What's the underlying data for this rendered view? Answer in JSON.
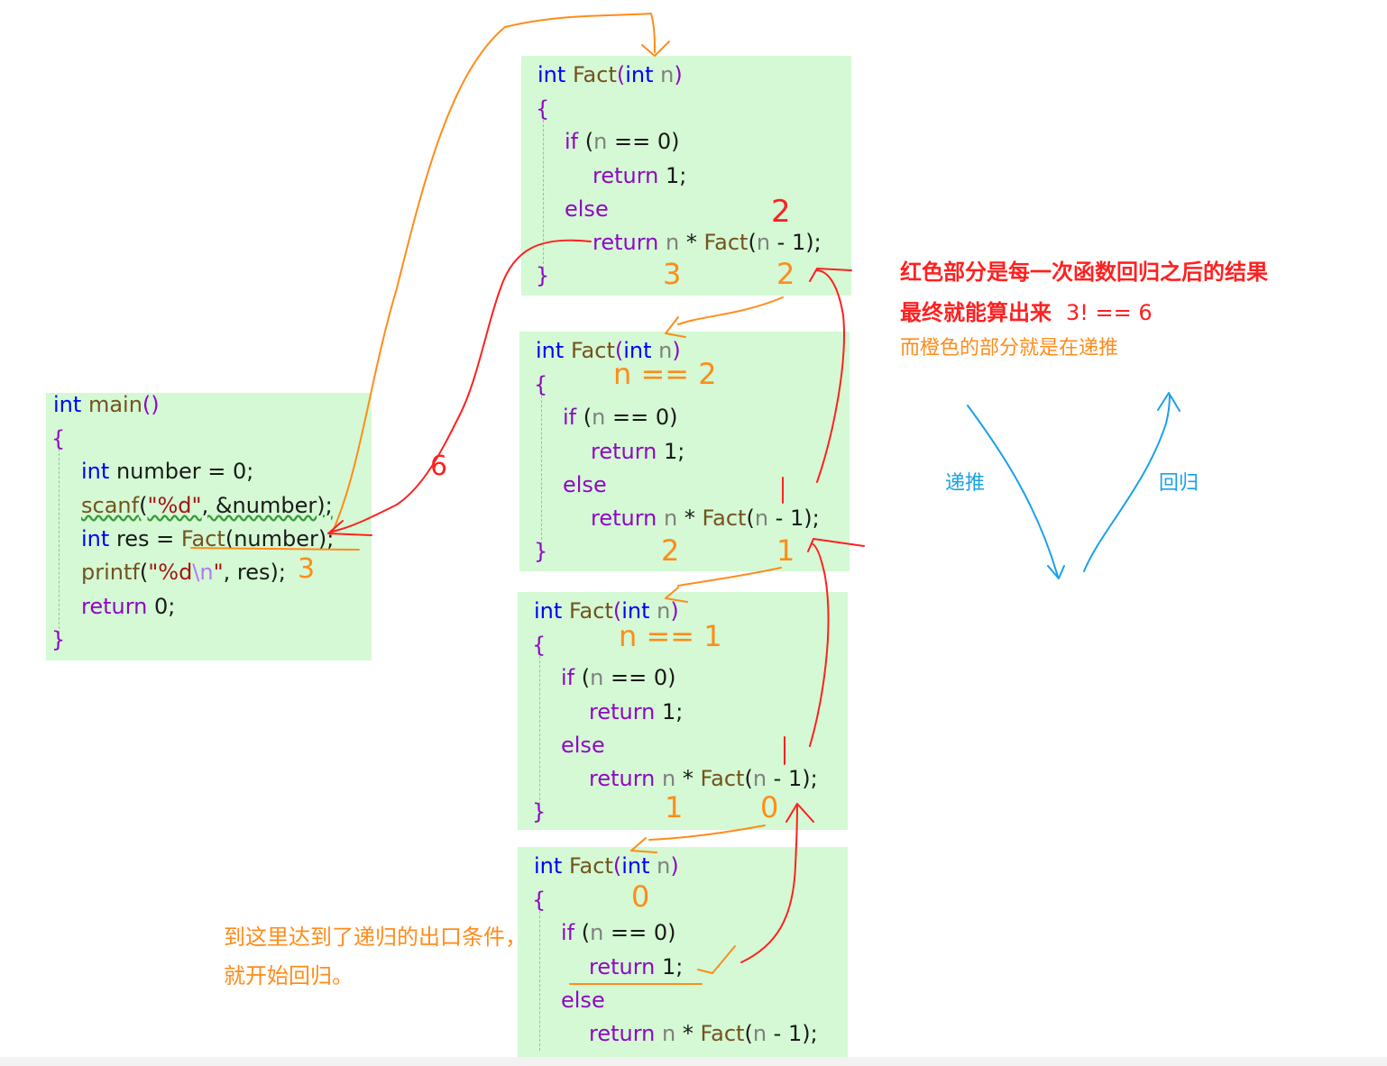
{
  "main_block": {
    "lines": [
      "int main()",
      "{",
      "int number = 0;",
      "scanf(\"%d\", &number);",
      "int res = Fact(number);",
      "printf(\"%d\\n\", res);",
      "return 0;",
      "}"
    ],
    "tokens": {
      "kw_int": "int",
      "fn_main": "main",
      "paren": "()",
      "open": "{",
      "close": "}",
      "decl_number": "number = ",
      "zero": "0",
      "semi": ";",
      "scanf": "scanf",
      "scanf_open": "(",
      "fmt": "\"%d\"",
      "scanf_arg": ", &number",
      "scanf_close": ");",
      "res": "res = ",
      "fact": "Fact",
      "fact_args": "(number);",
      "printf": "printf",
      "printf_open": "(",
      "fmt_q1": "\"%d",
      "fmt_esc": "\\n",
      "fmt_q2": "\"",
      "printf_rest": ", res);",
      "ret": "return",
      "ret_val": "0;"
    }
  },
  "fact_block": {
    "sig_int": "int",
    "sig_name": "Fact",
    "sig_open": "(",
    "sig_int2": "int",
    "sig_param": "n",
    "sig_close": ")",
    "open": "{",
    "close": "}",
    "if_kw": "if",
    "cond_open": " (",
    "cond_n": "n",
    "cond_rest": " == 0)",
    "ret_kw": "return",
    "ret_one": "1;",
    "else_kw": "else",
    "ret2_n": "n",
    "ret2_mul": " * ",
    "ret2_fact": "Fact",
    "ret2_open": "(",
    "ret2_n2": "n",
    "ret2_rest": " - 1);"
  },
  "annotations": {
    "main_result": "3",
    "returned_six": "6",
    "block1_result": "3",
    "block1_returned": "2",
    "block1_arg": "2",
    "block2_note": "n == 2",
    "block2_result": "2",
    "block2_returned": "1",
    "block3_note": "n == 1",
    "block3_result": "1",
    "block3_returned": "0",
    "block4_note": "0",
    "exit_line1": "到这里达到了递归的出口条件，",
    "exit_line2": "就开始回归。",
    "legend_red": "红色部分是每一次函数回归之后的结果",
    "legend_final_prefix": "最终就能算出来",
    "legend_final_value": "3! == 6",
    "legend_orange": "而橙色的部分就是在递推",
    "label_recurse": "递推",
    "label_return": "回归"
  },
  "colors": {
    "code_bg": "#d4f9d4",
    "keyword": "#0000ff",
    "func": "#74531f",
    "param": "#808080",
    "control": "#8f08c4",
    "orange": "#ff8c1a",
    "red": "#ff2020",
    "blue": "#1aa0e8"
  }
}
